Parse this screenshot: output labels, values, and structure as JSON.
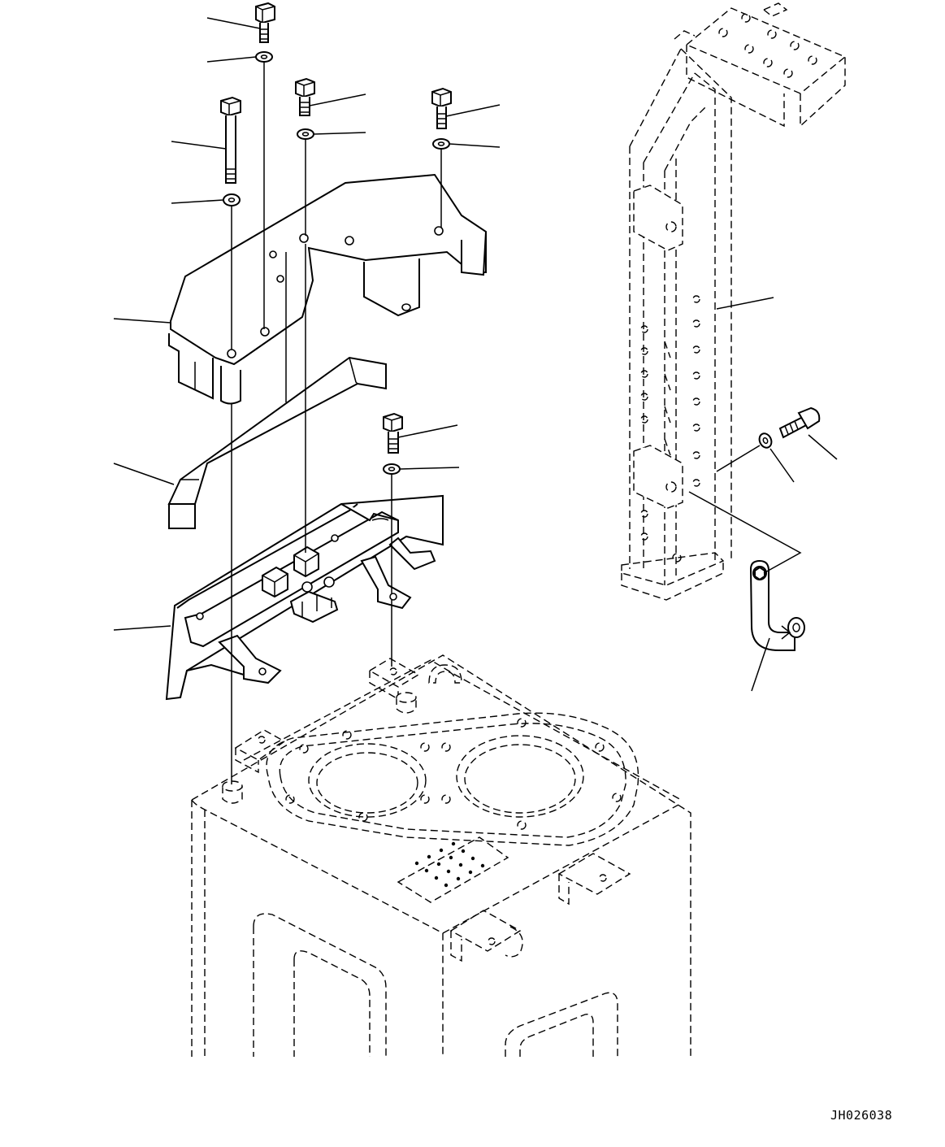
{
  "diagram": {
    "document_code": "JH026038",
    "parts": [
      {
        "id": "top-bolt",
        "icon": "hex-bolt-icon"
      },
      {
        "id": "top-washer",
        "icon": "washer-icon"
      },
      {
        "id": "long-bolt",
        "icon": "hex-bolt-icon"
      },
      {
        "id": "long-bolt-washer",
        "icon": "washer-icon"
      },
      {
        "id": "mid-bolt",
        "icon": "hex-bolt-icon"
      },
      {
        "id": "mid-bolt-washer",
        "icon": "washer-icon"
      },
      {
        "id": "right-bolt",
        "icon": "hex-bolt-icon"
      },
      {
        "id": "right-bolt-washer",
        "icon": "washer-icon"
      },
      {
        "id": "cover-plate",
        "icon": "cover-plate-icon"
      },
      {
        "id": "spacer-bar",
        "icon": "spacer-bar-icon"
      },
      {
        "id": "lower-bolt",
        "icon": "hex-bolt-icon"
      },
      {
        "id": "lower-bolt-washer",
        "icon": "washer-icon"
      },
      {
        "id": "mounting-tray",
        "icon": "tray-bracket-icon"
      },
      {
        "id": "ladder-frame",
        "icon": "ladder-frame-icon"
      },
      {
        "id": "frame-bolt",
        "icon": "hex-bolt-icon"
      },
      {
        "id": "frame-washer",
        "icon": "washer-icon"
      },
      {
        "id": "cable-clamp",
        "icon": "clamp-icon"
      }
    ]
  }
}
